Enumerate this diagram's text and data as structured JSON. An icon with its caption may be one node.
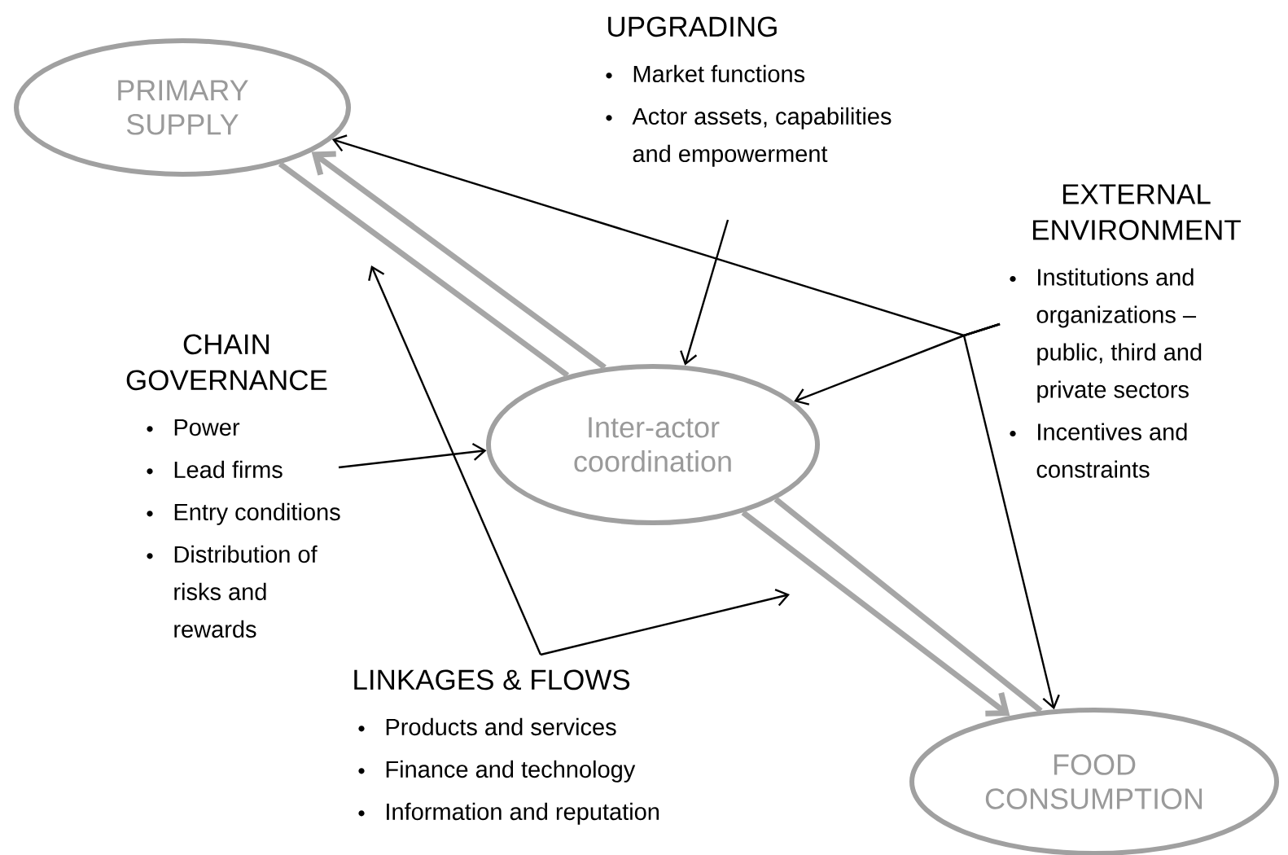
{
  "diagram": {
    "nodes": [
      {
        "text": [
          "PRIMARY SUPPLY"
        ]
      },
      {
        "text": [
          "UPGRADING",
          "Market functions",
          "Actor assets, capabilities and empowerment"
        ]
      },
      {
        "text": [
          "EXTERNAL ENVIRONMENT",
          "Institutions and organizations – public, third and private sectors",
          "Incentives and constraints"
        ]
      },
      {
        "text": [
          "CHAIN GOVERNANCE",
          "Power",
          "Lead firms",
          "Entry conditions",
          "Distribution of risks and rewards"
        ]
      },
      {
        "text": [
          "Inter-actor coordination"
        ]
      },
      {
        "text": [
          "LINKAGES & FLOWS",
          "Products and services",
          "Finance and technology",
          "Information and reputation"
        ]
      },
      {
        "text": [
          "FOOD CONSUMPTION"
        ]
      }
    ],
    "edges": [
      {
        "from": 4,
        "to": 0,
        "arrow": "to",
        "style": "thick",
        "color": "#a6a6a6"
      },
      {
        "from": 0,
        "to": 4,
        "arrow": "none",
        "style": "thick",
        "color": "#a6a6a6"
      },
      {
        "from": 4,
        "to": 6,
        "arrow": "to",
        "style": "thick",
        "color": "#a6a6a6"
      },
      {
        "from": 4,
        "to": 6,
        "arrow": "none",
        "style": "thick",
        "color": "#a6a6a6"
      },
      {
        "from": 1,
        "to": 4,
        "arrow": "to"
      },
      {
        "from": 2,
        "to": 0,
        "arrow": "to"
      },
      {
        "from": 2,
        "to": 4,
        "arrow": "to"
      },
      {
        "from": 2,
        "to": 6,
        "arrow": "to"
      },
      {
        "from": 3,
        "to": 4,
        "arrow": "to"
      },
      {
        "from": 5,
        "to": null,
        "arrow": "to"
      },
      {
        "from": 5,
        "to": null,
        "arrow": "to"
      }
    ]
  }
}
